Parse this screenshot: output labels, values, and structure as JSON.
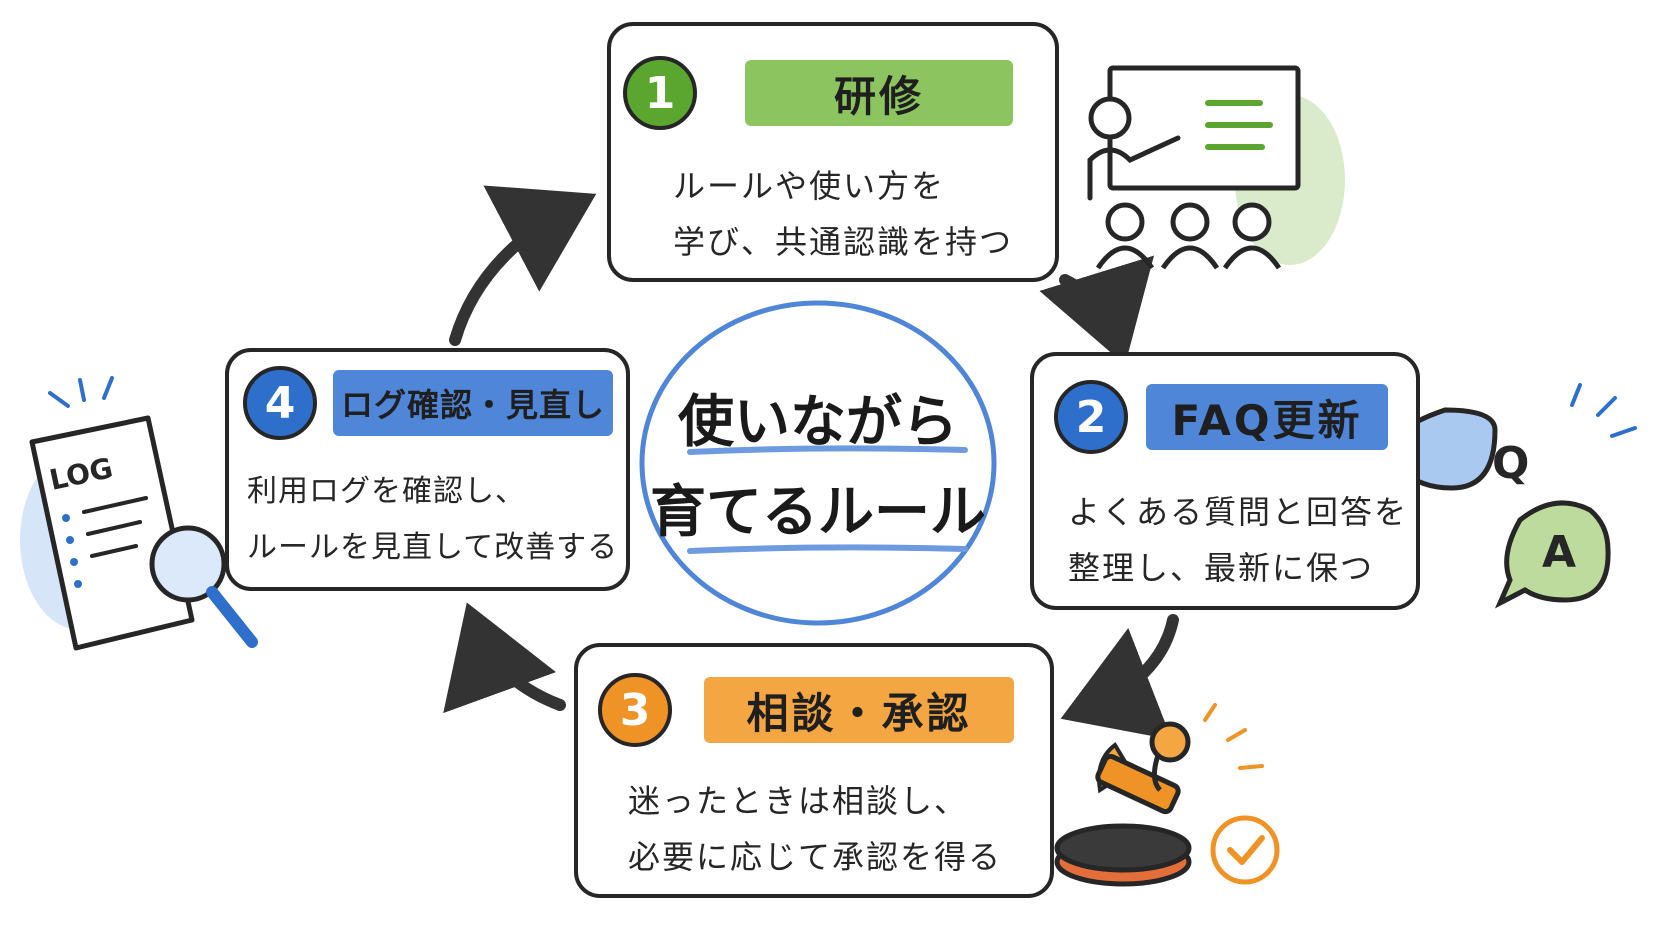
{
  "center": {
    "line1": "使いながら",
    "line2": "育てるルール"
  },
  "steps": [
    {
      "number": "1",
      "title": "研修",
      "lines": [
        "ルールや使い方を",
        "学び、共通認識を持つ"
      ],
      "color": "#5aa62e",
      "tag_color": "#8cc55f"
    },
    {
      "number": "2",
      "title": "FAQ更新",
      "lines": [
        "よくある質問と回答を",
        "整理し、最新に保つ"
      ],
      "color": "#2f6fcc",
      "tag_color": "#4f86d8"
    },
    {
      "number": "3",
      "title": "相談・承認",
      "lines": [
        "迷ったときは相談し、",
        "必要に応じて承認を得る"
      ],
      "color": "#ef9326",
      "tag_color": "#f3a642"
    },
    {
      "number": "4",
      "title": "ログ確認・見直し",
      "lines": [
        "利用ログを確認し、",
        "ルールを見直して改善する"
      ],
      "color": "#2f6fcc",
      "tag_color": "#4f86d8"
    }
  ],
  "illustrations": {
    "log_doc": {
      "label": "LOG",
      "icon": "log-document-magnifier-icon"
    },
    "qa": {
      "q": "Q",
      "a": "A",
      "icon": "qa-speech-bubbles-icon"
    },
    "training": {
      "icon": "training-presentation-icon"
    },
    "stamp": {
      "icon": "approval-stamp-icon"
    }
  },
  "colors": {
    "outline": "#262626",
    "arrow": "#333333",
    "circle": "#4f86d8"
  }
}
